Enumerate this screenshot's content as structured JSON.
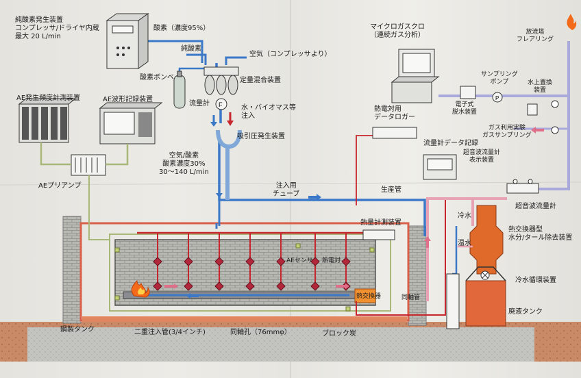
{
  "labels": {
    "oxygen_generator": "純酸素発生装置\nコンプレッサ/ドライヤ内蔵\n最大 20 L/min",
    "oxygen_concentration": "酸素（濃度95%）",
    "pure_oxygen": "純酸素",
    "air_compressor": "空気（コンプレッサより）",
    "oxygen_cylinder": "酸素ボンベ",
    "mixer": "定量混合装置",
    "flowmeter": "流量計",
    "water_biomass": "水・バイオマス等\n注入",
    "suction_device": "吸引圧発生装置",
    "ae_frequency": "AE発生頻度計測装置",
    "ae_waveform": "AE波形記録装置",
    "ae_preamp": "AEプリアンプ",
    "air_oxygen": "空気/酸素\n酸素濃度30%\n30～140 L/min",
    "injection_tube": "注入用\nチューブ",
    "microgas": "マイクロガスクロ\n（連続ガス分析）",
    "flare_stack": "放流塔\nフレアリング",
    "sampling_pump": "サンプリング\nポンプ",
    "water_seal": "水上置換\n装置",
    "dehumidifier": "電子式\n脱水装置",
    "gas_sampling": "ガス利用実験\nガスサンプリング",
    "data_logger": "熱電対用\nデータロガー",
    "flow_logger": "流量計データ記録",
    "ultrasonic_display": "超音波流量計\n表示装置",
    "production_pipe": "生産管",
    "ultrasonic_meter": "超音波流量計",
    "cold_water": "冷水",
    "warm_water": "温水",
    "heat_exchanger_label": "熱交換器型\n水分/タール除去装置",
    "heat_measure": "熱量計測装置",
    "ae_sensor": "AEセンサ",
    "thermocouple": "熱電対",
    "heat_exchanger_tag": "熱交換器",
    "coaxial_pipe": "同軸管",
    "chiller": "冷水循環装置",
    "waste_tank": "廃液タンク",
    "steel_tank": "鋼製タンク",
    "double_pipe": "二重注入管(3/4インチ)",
    "coaxial_hole": "同軸孔（76mmφ）",
    "block_coal": "ブロック炭"
  },
  "colors": {
    "pipe_blue": "#3b78c8",
    "pipe_red": "#c8262e",
    "pipe_pink": "#e7a3b3",
    "pipe_lavender": "#a9a9dc",
    "pipe_green": "#a8b878",
    "tank_orange": "#e0683a",
    "diamond": "#b0283a",
    "flame": "#f26a1a"
  }
}
